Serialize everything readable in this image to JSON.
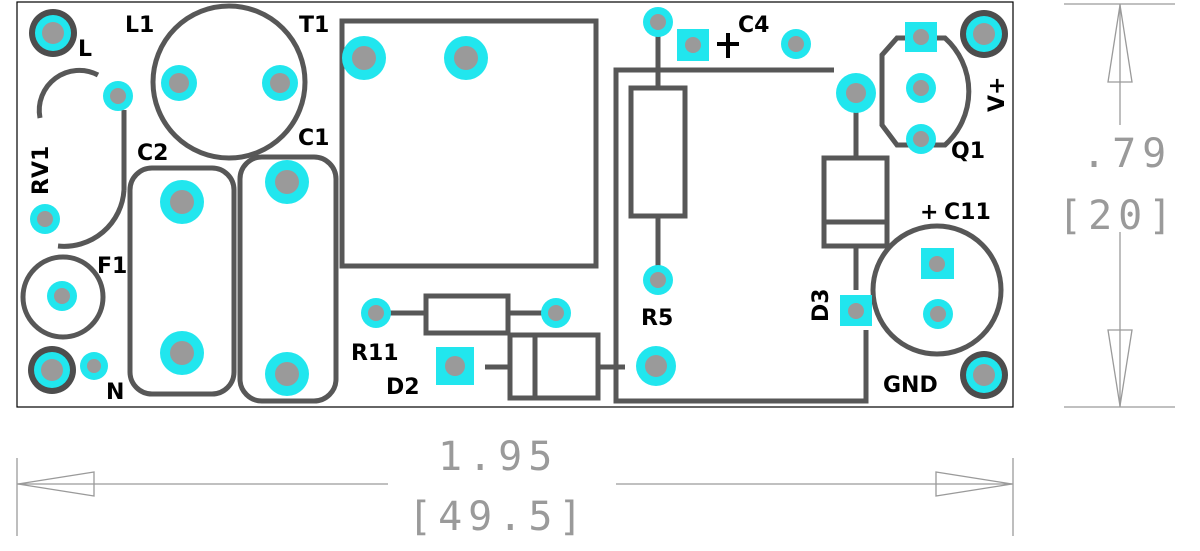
{
  "colors": {
    "pad": "#21e6ee",
    "hole": "#9a9a9a",
    "outline": "#575757",
    "board_edge": "#000000",
    "dimension": "#9a9a9a",
    "mounting_ring": "#4d4d4d"
  },
  "labels": {
    "L": "L",
    "L1": "L1",
    "T1": "T1",
    "C4": "C4",
    "C4_plus": "+",
    "V_plus": "V+",
    "RV1": "RV1",
    "C2": "C2",
    "C1": "C1",
    "Q1": "Q1",
    "C11": "C11",
    "C11_plus": "+",
    "F1": "F1",
    "R5": "R5",
    "D3": "D3",
    "R11": "R11",
    "D2": "D2",
    "N": "N",
    "GND": "GND"
  },
  "dimensions": {
    "height_in": ".79",
    "height_mm": "[20]",
    "width_in": "1.95",
    "width_mm": "[49.5]"
  }
}
